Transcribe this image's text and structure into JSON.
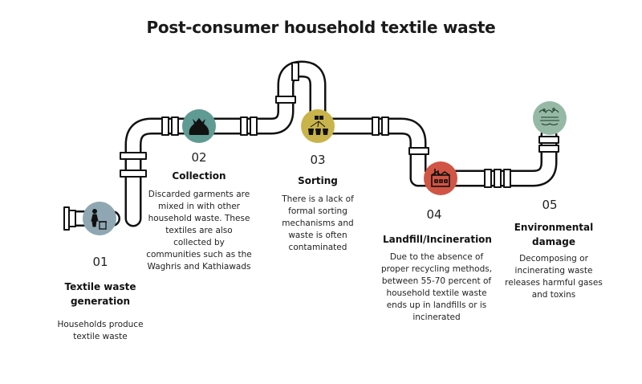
{
  "title": "Post-consumer household textile waste",
  "colors": {
    "stage1": "#8fa7b3",
    "stage2": "#5f9a93",
    "stage3": "#c9b34b",
    "stage4": "#d15544",
    "stage5": "#96b9a5"
  },
  "stages": [
    {
      "number": "01",
      "heading": "Textile waste generation",
      "description": "Households produce textile waste",
      "icon": "trash-bin-icon"
    },
    {
      "number": "02",
      "heading": "Collection",
      "description": "Discarded garments are mixed in with other household waste. These textiles are also collected by communities such as the Waghris and Kathiawads",
      "icon": "garbage-bag-icon"
    },
    {
      "number": "03",
      "heading": "Sorting",
      "description": "There is a lack of formal sorting mechanisms and waste is often contaminated",
      "icon": "sorting-bins-icon"
    },
    {
      "number": "04",
      "heading": "Landfill/Incineration",
      "description": "Due to the absence of proper recycling methods, between 55-70 percent of household textile waste ends up in landfills or is incinerated",
      "icon": "factory-icon"
    },
    {
      "number": "05",
      "heading": "Environmental damage",
      "description": "Decomposing or incinerating waste releases harmful gases and toxins",
      "icon": "pollution-icon"
    }
  ]
}
